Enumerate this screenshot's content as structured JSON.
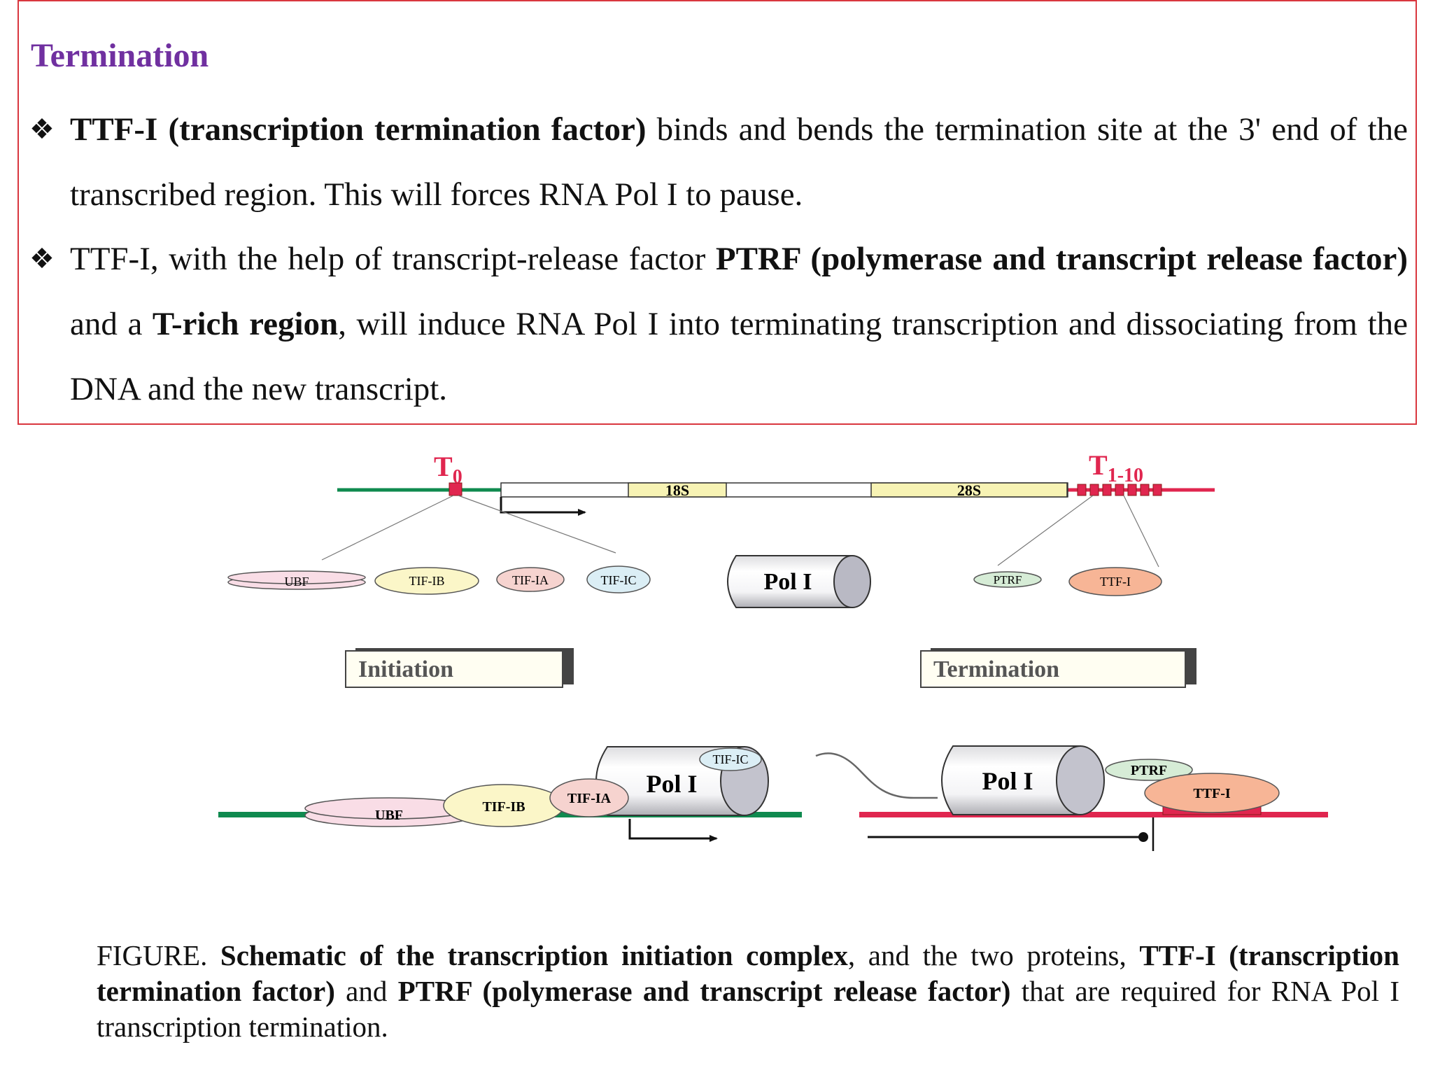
{
  "heading": "Termination",
  "bullets": [
    {
      "bold_lead": "TTF-I (transcription termination factor)",
      "text1": " binds and bends the termination site at the 3' end of the transcribed region. This will forces RNA Pol I to pause."
    },
    {
      "text1": "TTF-I, with the help of transcript-release factor ",
      "bold1": "PTRF (polymerase and transcript release factor)",
      "text2": " and a ",
      "bold2": "T-rich region",
      "text3": ", will induce RNA Pol I into terminating transcription and dissociating from the DNA and the new transcript."
    }
  ],
  "diagram": {
    "t0_label": "T",
    "t0_sub": "0",
    "t1_label": "T",
    "t1_sub": "1-10",
    "gene_18s": "18S",
    "gene_28s": "28S",
    "factors_top": {
      "ubf": "UBF",
      "tif_ib": "TIF-IB",
      "tif_ia": "TIF-IA",
      "tif_ic": "TIF-IC",
      "pol_i": "Pol I",
      "ptrf": "PTRF",
      "ttf_i": "TTF-I"
    },
    "initiation_label": "Initiation",
    "termination_label": "Termination",
    "initiation_complex": {
      "ubf": "UBF",
      "tif_ib": "TIF-IB",
      "tif_ia": "TIF-IA",
      "tif_ic": "TIF-IC",
      "pol_i": "Pol I"
    },
    "termination_complex": {
      "pol_i": "Pol I",
      "ptrf": "PTRF",
      "ttf_i": "TTF-I"
    },
    "colors": {
      "green_dna": "#0f8a4f",
      "red_dna": "#e0264f",
      "yellow_gene": "#f7f3b4",
      "ubf_fill": "#f9dde6",
      "tif_ib_fill": "#fbf6c8",
      "tif_ia_fill": "#f6d3cf",
      "tif_ic_fill": "#dbeef5",
      "ptrf_fill": "#d6ecd6",
      "ttf_i_fill": "#f7b596",
      "heading": "#7030a0"
    }
  },
  "caption": {
    "prefix": "FIGURE. ",
    "bold1": "Schematic of the transcription initiation complex",
    "text1": ", and the two proteins, ",
    "bold2": "TTF-I (transcription termination factor)",
    "text2": " and ",
    "bold3": "PTRF (polymerase and transcript release factor)",
    "text3": " that are required for RNA Pol I transcription termination."
  }
}
